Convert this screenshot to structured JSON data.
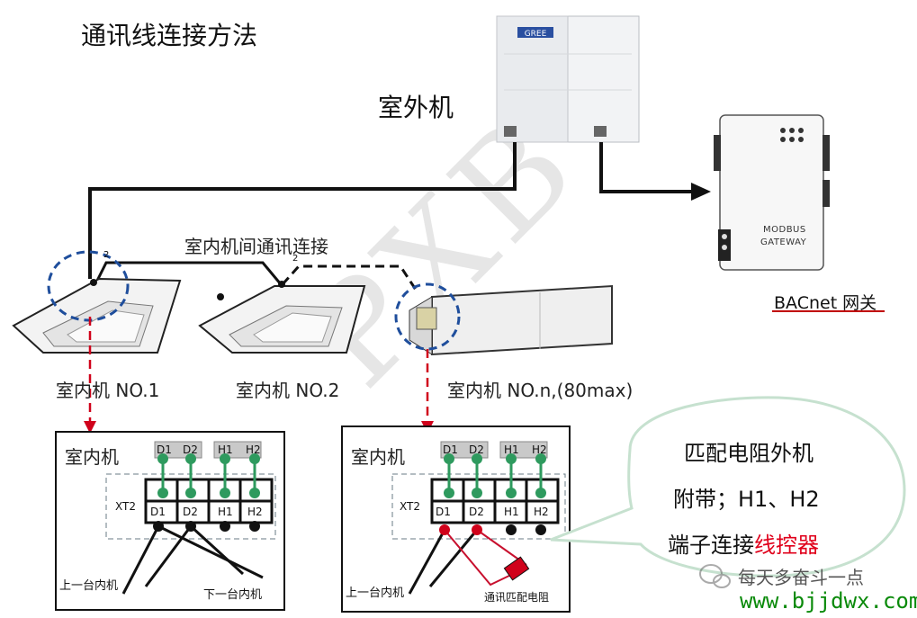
{
  "title": "通讯线连接方法",
  "outdoor_unit": {
    "label": "室外机",
    "brand_logo": "GREE"
  },
  "gateway": {
    "line1": "MODBUS",
    "line2": "GATEWAY",
    "caption": "BACnet 网关"
  },
  "link_label": "室内机间通讯连接",
  "wire_marks": [
    "2",
    "2"
  ],
  "indoor_units": [
    {
      "label": "室内机 NO.1"
    },
    {
      "label": "室内机 NO.2"
    },
    {
      "label": "室内机 NO.n,(80max)"
    }
  ],
  "detail_boxes": [
    {
      "title": "室内机",
      "strip_label": "XT2",
      "top_terminals": [
        "D1",
        "D2",
        "H1",
        "H2"
      ],
      "bottom_terminals": [
        "D1",
        "D2",
        "H1",
        "H2"
      ],
      "notes": [
        "上一台内机",
        "下一台内机"
      ]
    },
    {
      "title": "室内机",
      "strip_label": "XT2",
      "top_terminals": [
        "D1",
        "D2",
        "H1",
        "H2"
      ],
      "bottom_terminals": [
        "D1",
        "D2",
        "H1",
        "H2"
      ],
      "notes": [
        "上一台内机",
        "通讯匹配电阻"
      ]
    }
  ],
  "callout": {
    "line1": "匹配电阻外机",
    "line2": "附带；H1、H2",
    "line3_prefix": "端子连接",
    "line3_highlight": "线控器"
  },
  "watermark": {
    "diagonal": "PXB",
    "account": "每天多奋斗一点",
    "site": "www.bjjdwx.com"
  },
  "colors": {
    "terminal_green": "#2e9a5e",
    "arrow_red": "#d0021b",
    "resistor_red": "#c8102e",
    "dash_blue": "#1f4e9c",
    "site_green": "#0a8a0a"
  }
}
